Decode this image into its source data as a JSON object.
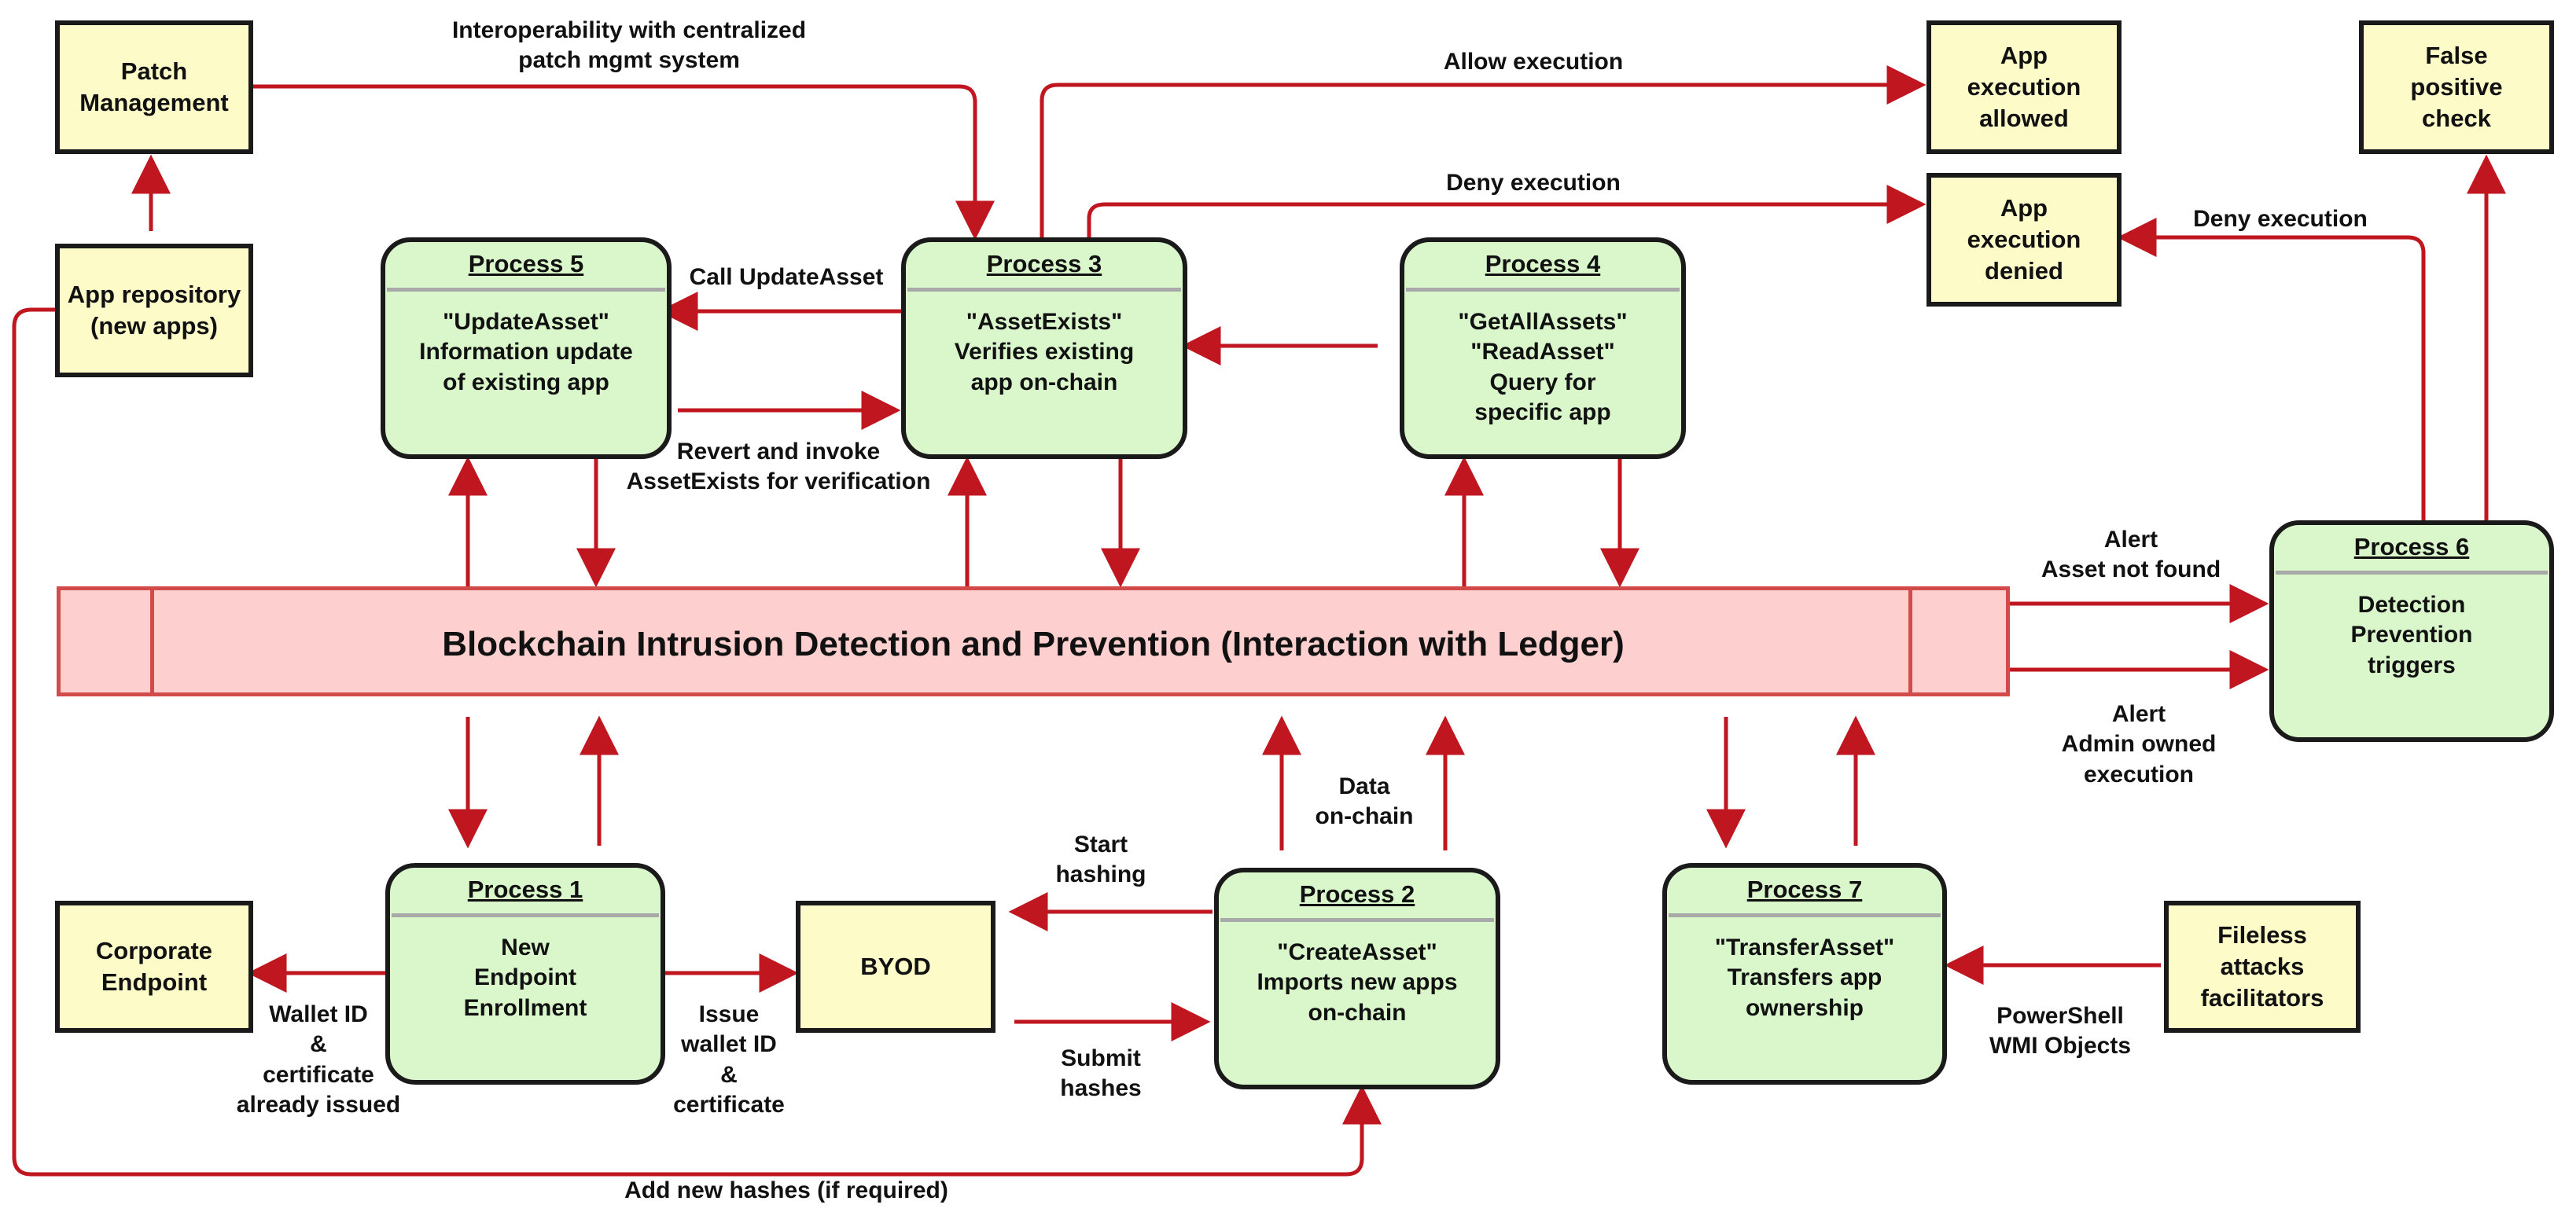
{
  "colors": {
    "arrow": "#c0161f",
    "external_fill": "#fdfbc8",
    "process_fill": "#d9f7cb",
    "ledger_fill": "#fdcfcf",
    "ledger_border": "#d34a4a"
  },
  "ledger": {
    "title": "Blockchain Intrusion Detection and Prevention (Interaction with Ledger)"
  },
  "external": {
    "patch_mgmt": "Patch\nManagement",
    "app_repo": "App repository\n(new apps)",
    "app_allowed": "App\nexecution\nallowed",
    "app_denied": "App\nexecution\ndenied",
    "false_positive": "False\npositive\ncheck",
    "corporate_endpoint": "Corporate\nEndpoint",
    "byod": "BYOD",
    "fileless": "Fileless\nattacks\nfacilitators"
  },
  "processes": {
    "p1": {
      "title": "Process 1",
      "body": "New\nEndpoint\nEnrollment"
    },
    "p2": {
      "title": "Process 2",
      "body": "\"CreateAsset\"\nImports new apps\non-chain"
    },
    "p3": {
      "title": "Process 3",
      "body": "\"AssetExists\"\nVerifies existing\napp on-chain"
    },
    "p4": {
      "title": "Process 4",
      "body": "\"GetAllAssets\"\n\"ReadAsset\"\nQuery for\nspecific app"
    },
    "p5": {
      "title": "Process 5",
      "body": "\"UpdateAsset\"\nInformation update\nof existing app"
    },
    "p6": {
      "title": "Process 6",
      "body": "Detection\nPrevention\ntriggers"
    },
    "p7": {
      "title": "Process 7",
      "body": "\"TransferAsset\"\nTransfers app\nownership"
    }
  },
  "labels": {
    "interop": "Interoperability with centralized\npatch mgmt system",
    "allow_exec": "Allow execution",
    "deny_exec_top": "Deny execution",
    "deny_exec_right": "Deny execution",
    "call_update": "Call UpdateAsset",
    "revert": "Revert and invoke\nAssetExists for verification",
    "alert_not_found": "Alert\nAsset not found",
    "alert_admin": "Alert\nAdmin owned\nexecution",
    "data_on_chain": "Data\non-chain",
    "start_hashing": "Start\nhashing",
    "submit_hashes": "Submit\nhashes",
    "wallet_issued": "Wallet ID\n&\ncertificate\nalready issued",
    "issue_wallet": "Issue\nwallet ID\n&\ncertificate",
    "powershell": "PowerShell\nWMI Objects",
    "add_hashes": "Add new hashes (if required)"
  }
}
